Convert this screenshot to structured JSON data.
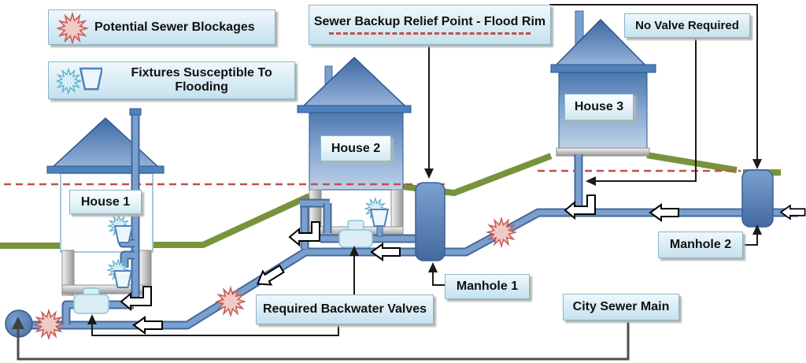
{
  "legend": {
    "items": [
      {
        "label": "Potential Sewer Blockages",
        "icon": "blockage-starburst-icon"
      },
      {
        "label": "Fixtures Susceptible To Flooding",
        "icon": "fixture-starburst-cup-icon"
      }
    ]
  },
  "callouts": {
    "flood_rim": {
      "label": "Sewer Backup Relief Point - Flood Rim"
    },
    "no_valve": {
      "label": "No Valve Required"
    },
    "backwater_valves": {
      "label": "Required Backwater Valves"
    },
    "manhole_1": {
      "label": "Manhole 1"
    },
    "manhole_2": {
      "label": "Manhole 2"
    },
    "city_sewer_main": {
      "label": "City Sewer Main"
    }
  },
  "houses": [
    {
      "label": "House 1"
    },
    {
      "label": "House 2"
    },
    {
      "label": "House 3"
    }
  ],
  "colors": {
    "pipe_blue": "#7aa0cd",
    "pipe_border": "#44689c",
    "ground_green": "#77933c",
    "flood_rim_red": "#c0504d",
    "blockage_pink": "#f0cac6",
    "fixture_blue": "#d8edf7",
    "house_blue": "#4f81bd",
    "callout_bg": "#dcedf5"
  }
}
